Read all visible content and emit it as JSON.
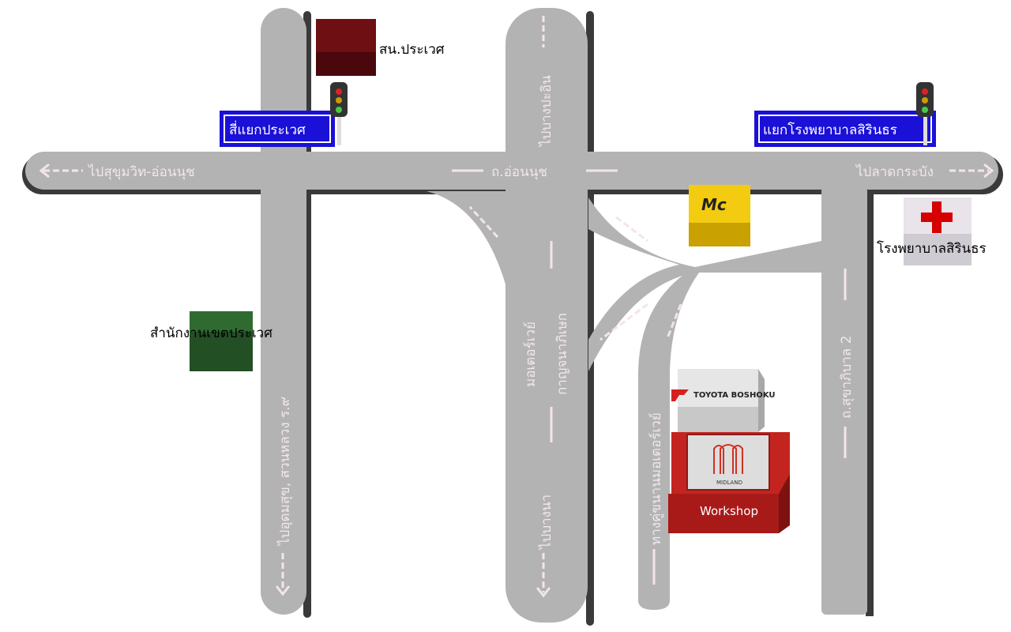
{
  "roads": {
    "main_road": "ถ.อ่อนนุช",
    "to_west": "ไปสุขุมวิท-อ่อนนุช",
    "to_east": "ไปลาดกระบัง",
    "to_north_center": "ไปบางปะอิน",
    "to_south_center": "ไปบางนา",
    "motorway_line1": "มอเตอร์เวย์",
    "motorway_line2": "กาญจนาภิเษก",
    "to_south_left": "ไปอุดมสุข, สวนหลวง ร.๙",
    "frontage_road": "ทางคู่ขนานมอเตอร์เวย์",
    "sukhaphiban": "ถ.สุขาภิบาล 2"
  },
  "signs": {
    "left_intersection": "สี่แยกประเวศ",
    "right_intersection": "แยกโรงพยาบาลสิรินธร"
  },
  "landmarks": {
    "police": "สน.ประเวศ",
    "district_office": "สำนักงานเขตประเวศ",
    "hospital": "โรงพยาบาลสิรินธร",
    "mcdonalds_logo": "Mc",
    "toyota": "TOYOTA BOSHOKU",
    "midland": "MIDLAND",
    "workshop": "Workshop"
  },
  "colors": {
    "road": "#b3b3b3",
    "sign_blue": "#1a10d8",
    "police": "#5a0c0f",
    "district": "#2a5a2a",
    "mc": "#e8c000",
    "midland": "#c0201e",
    "cross": "#d60000"
  }
}
